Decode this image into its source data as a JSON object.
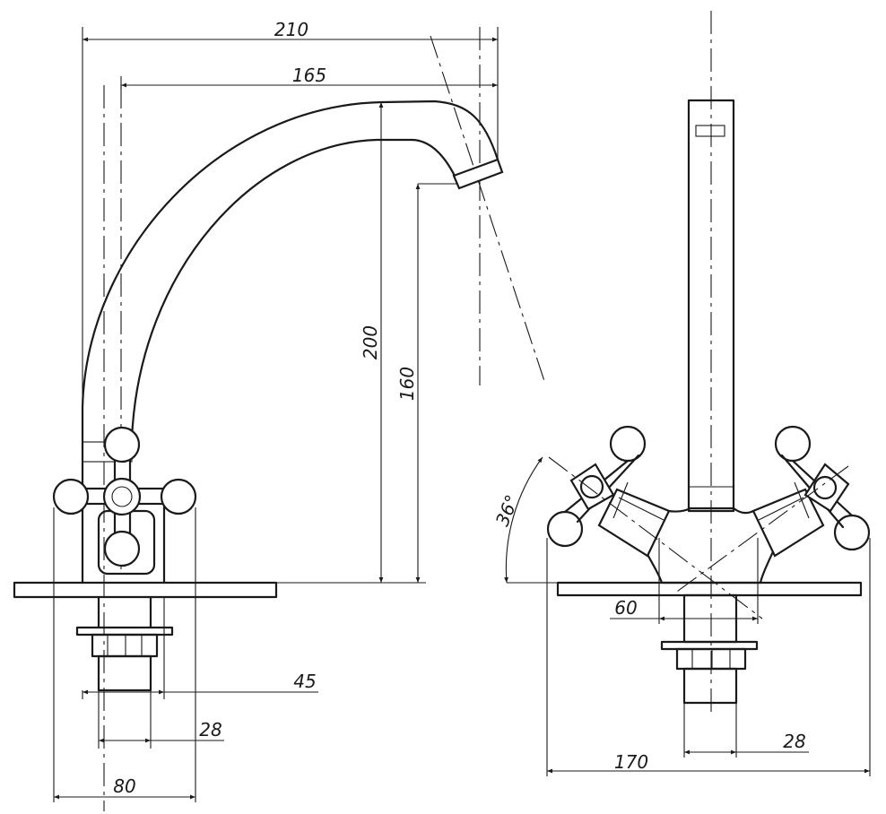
{
  "dimensions": {
    "spout_reach_total": "210",
    "spout_reach_axis": "165",
    "spout_height": "200",
    "outlet_height": "160",
    "shank_width": "45",
    "shank_thread_left": "28",
    "base_width_side": "80",
    "handle_angle": "36°",
    "handle_spacing": "60",
    "shank_thread_front": "28",
    "overall_width_front": "170"
  }
}
